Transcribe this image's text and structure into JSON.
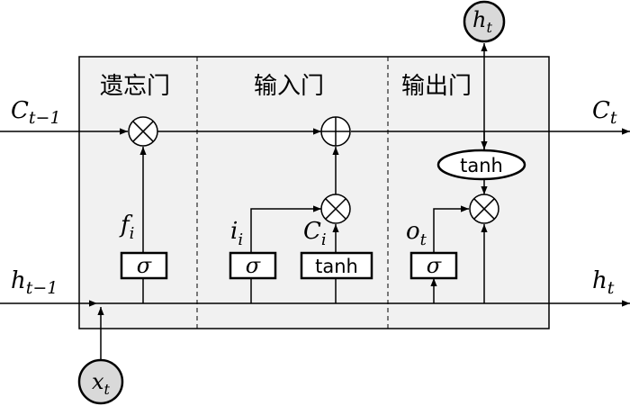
{
  "colors": {
    "cell_fill": "#f1f1f1",
    "node_fill": "#d9d9d9",
    "stroke": "#000000"
  },
  "gates": {
    "forget": "遗忘门",
    "input": "输入门",
    "output": "输出门"
  },
  "labels": {
    "c_prev_base": "C",
    "c_prev_sub": "t−1",
    "c_next_base": "C",
    "c_next_sub": "t",
    "h_prev_base": "h",
    "h_prev_sub": "t−1",
    "h_next_base": "h",
    "h_next_sub": "t",
    "x_in_base": "x",
    "x_in_sub": "t",
    "h_out_base": "h",
    "h_out_sub": "t",
    "f_base": "f",
    "f_sub": "i",
    "i_base": "i",
    "i_sub": "i",
    "ci_base": "C",
    "ci_sub": "i",
    "o_base": "o",
    "o_sub": "t"
  },
  "operators": {
    "multiply": "⊗",
    "add": "⊕"
  },
  "boxes": {
    "sigma_forget": "σ",
    "sigma_input": "σ",
    "tanh_input": "tanh",
    "sigma_output": "σ",
    "tanh_output": "tanh"
  }
}
